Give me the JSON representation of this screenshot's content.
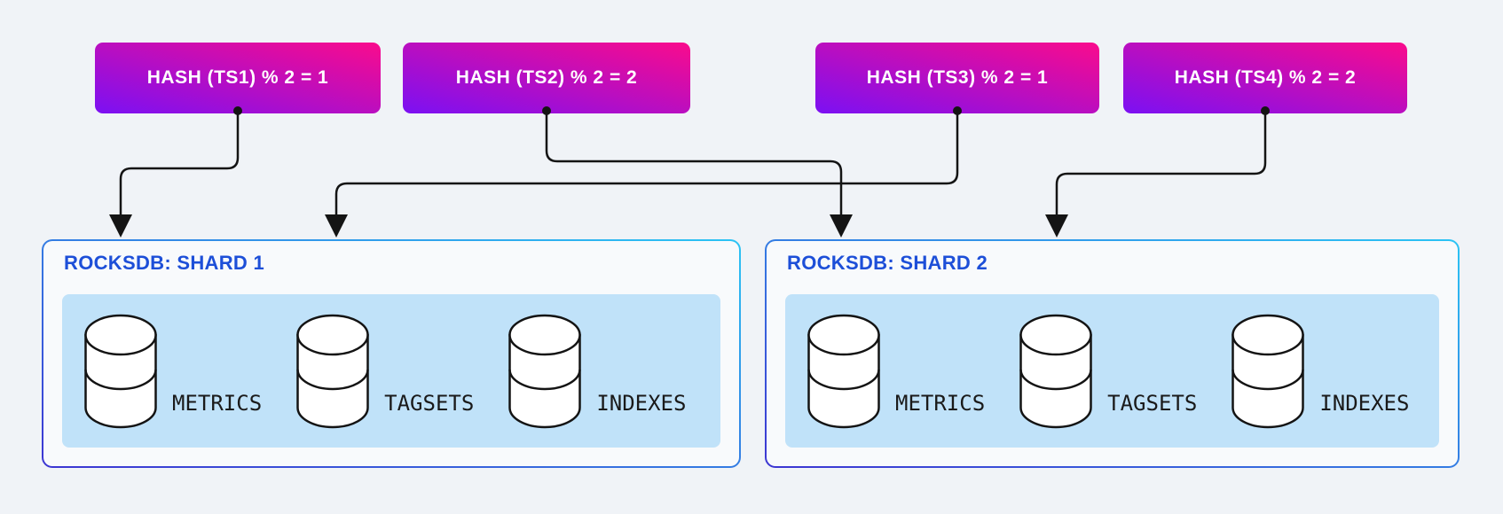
{
  "diagram": {
    "hash_nodes": [
      {
        "id": "ts1",
        "label": "HASH (TS1) % 2 = 1",
        "target": "ROCKSDB: SHARD 1"
      },
      {
        "id": "ts2",
        "label": "HASH (TS2) % 2 = 2",
        "target": "ROCKSDB: SHARD 2"
      },
      {
        "id": "ts3",
        "label": "HASH (TS3) % 2 = 1",
        "target": "ROCKSDB: SHARD 1"
      },
      {
        "id": "ts4",
        "label": "HASH (TS4) % 2 = 2",
        "target": "ROCKSDB: SHARD 2"
      }
    ],
    "shards": [
      {
        "title": "ROCKSDB: SHARD 1",
        "stores": [
          {
            "label": "METRICS"
          },
          {
            "label": "TAGSETS"
          },
          {
            "label": "INDEXES"
          }
        ]
      },
      {
        "title": "ROCKSDB: SHARD 2",
        "stores": [
          {
            "label": "METRICS"
          },
          {
            "label": "TAGSETS"
          },
          {
            "label": "INDEXES"
          }
        ]
      }
    ]
  },
  "colors": {
    "background": "#f0f3f7",
    "node_gradient_start": "#7b10f3",
    "node_gradient_end": "#fa0b8c",
    "node_text": "#ffffff",
    "shard_border_start": "#3c35d2",
    "shard_border_end": "#2cc4f4",
    "shard_fill": "#f8fafc",
    "shard_title": "#1d4fd8",
    "store_panel": "#c0e2f9",
    "store_label": "#1a1a1a",
    "connector": "#141414",
    "db_fill": "#ffffff",
    "db_stroke": "#141414"
  }
}
